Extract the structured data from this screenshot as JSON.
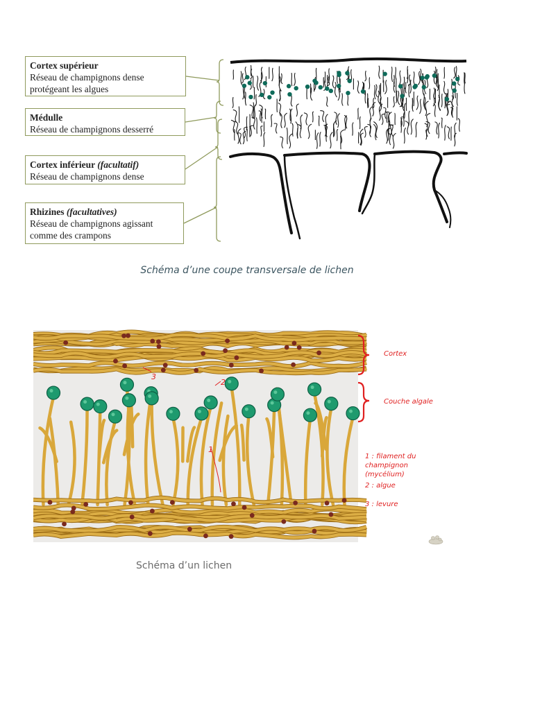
{
  "figure1": {
    "labels": [
      {
        "title": "Cortex supérieur",
        "title_note": "",
        "desc_1": "Réseau de champignons dense",
        "desc_2": "protégeant les algues"
      },
      {
        "title": "Médulle",
        "title_note": "",
        "desc_1": "Réseau de champignons desserré",
        "desc_2": ""
      },
      {
        "title": "Cortex inférieur",
        "title_note": "(facultatif)",
        "desc_1": "Réseau de champignons dense",
        "desc_2": ""
      },
      {
        "title": "Rhizines",
        "title_note": "(facultatives)",
        "desc_1": "Réseau de champignons agissant",
        "desc_2": "comme des crampons"
      }
    ],
    "colors": {
      "box_border": "#8f9a5c",
      "algae": "#0f6b5a",
      "hyphae": "#1a1a1a"
    },
    "caption": "Schéma d’une coupe transversale de lichen"
  },
  "figure2": {
    "brace_labels": {
      "cortex": "Cortex",
      "algal_layer": "Couche algale"
    },
    "legend": {
      "item1_line1": "1 : filament du champignon",
      "item1_line2": "(mycélium)",
      "item2": "2 : algue",
      "item3": "3 : levure"
    },
    "markers": {
      "m1": "1",
      "m2": "2",
      "m3": "3"
    },
    "colors": {
      "hyphae": "#d9a73a",
      "hyphae_dark": "#9a6a14",
      "algae": "#1e9a6e",
      "yeast": "#7a2a1e",
      "annotation": "#e02020",
      "background": "#ecebe9"
    },
    "caption": "Schéma d’un lichen"
  }
}
